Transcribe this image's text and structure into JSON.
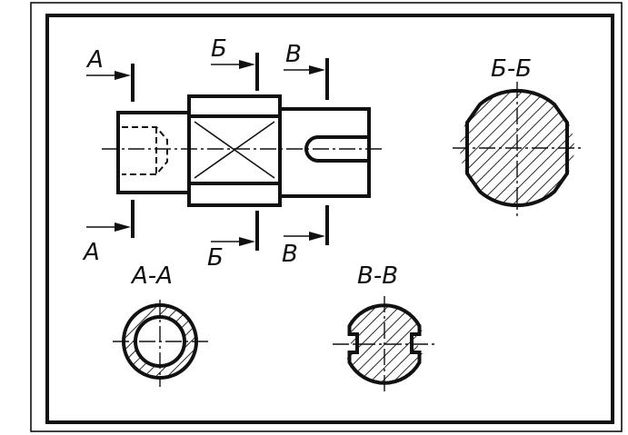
{
  "drawing": {
    "cut_labels": {
      "a_top": "А",
      "a_bottom": "А",
      "b_top": "Б",
      "b_bottom": "Б",
      "v_top": "В",
      "v_bottom": "В"
    },
    "section_titles": {
      "aa": "А-А",
      "bb": "Б-Б",
      "vv": "В-В"
    }
  }
}
